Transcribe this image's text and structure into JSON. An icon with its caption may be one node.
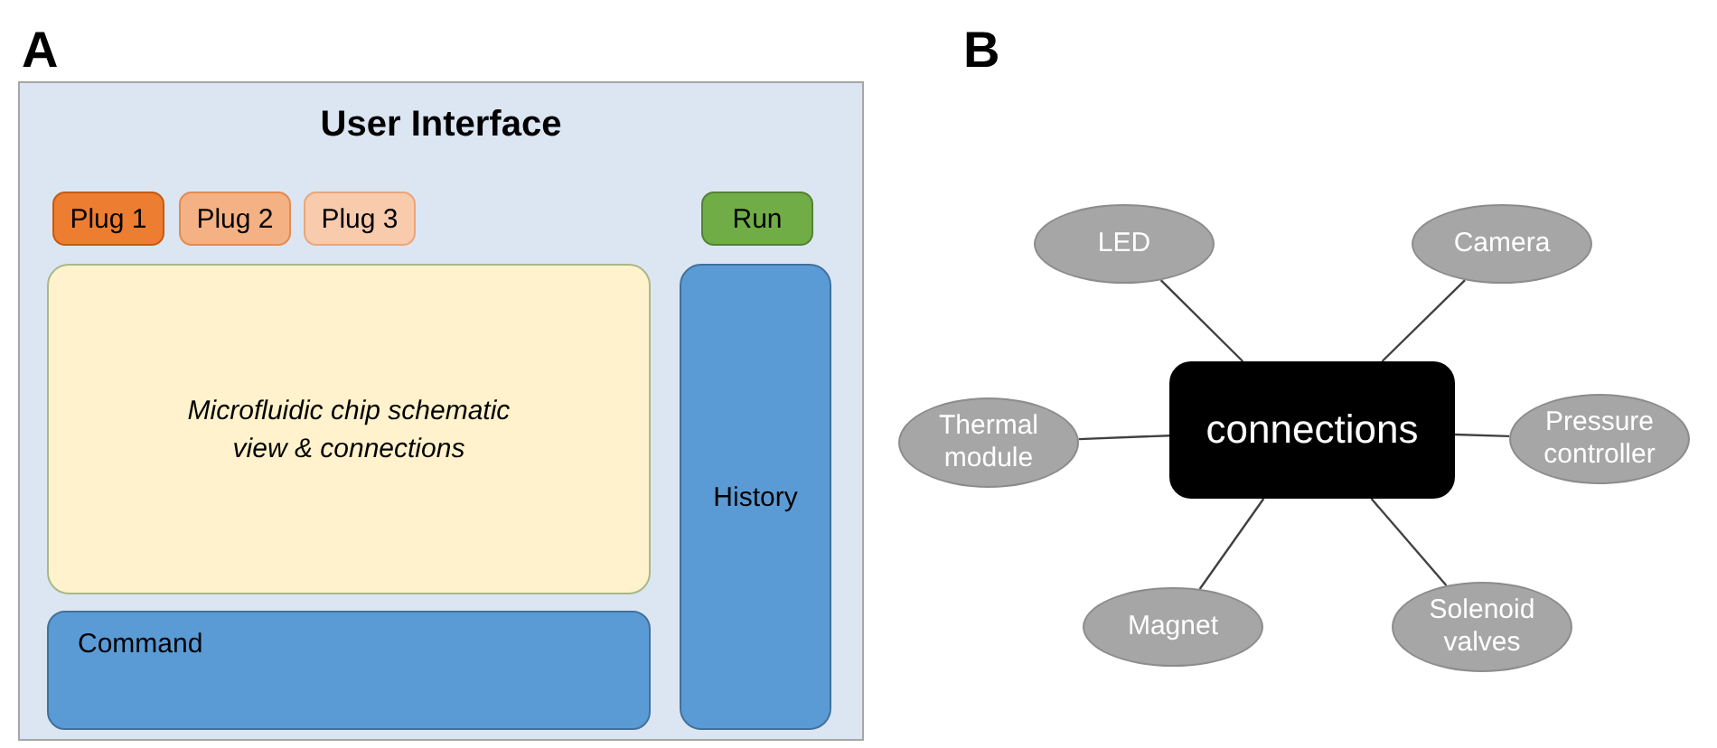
{
  "diagram": {
    "nodes": [
      {
        "text": [
          "User Interface"
        ]
      },
      {
        "text": [
          "Plug 1"
        ],
        "in": 0
      },
      {
        "text": [
          "Plug 2"
        ],
        "in": 0
      },
      {
        "text": [
          "Plug 3"
        ],
        "in": 0
      },
      {
        "text": [
          "Run"
        ],
        "in": 0
      },
      {
        "text": [
          "Microfluidic chip schematic view & connections"
        ],
        "in": 0
      },
      {
        "text": [
          "History"
        ],
        "in": 0
      },
      {
        "text": [
          "Command"
        ],
        "in": 0
      },
      {
        "text": [
          "connections"
        ]
      },
      {
        "text": [
          "LED"
        ]
      },
      {
        "text": [
          "Camera"
        ]
      },
      {
        "text": [
          "Thermal module"
        ]
      },
      {
        "text": [
          "Pressure controller"
        ]
      },
      {
        "text": [
          "Magnet"
        ]
      },
      {
        "text": [
          "Solenoid valves"
        ]
      }
    ],
    "edges": [
      {
        "from": 8,
        "to": 9,
        "arrow": "none"
      },
      {
        "from": 8,
        "to": 10,
        "arrow": "none"
      },
      {
        "from": 8,
        "to": 11,
        "arrow": "none"
      },
      {
        "from": 8,
        "to": 12,
        "arrow": "none"
      },
      {
        "from": 8,
        "to": 13,
        "arrow": "none"
      },
      {
        "from": 8,
        "to": 14,
        "arrow": "none"
      }
    ],
    "labels": [
      "A",
      "B"
    ]
  }
}
